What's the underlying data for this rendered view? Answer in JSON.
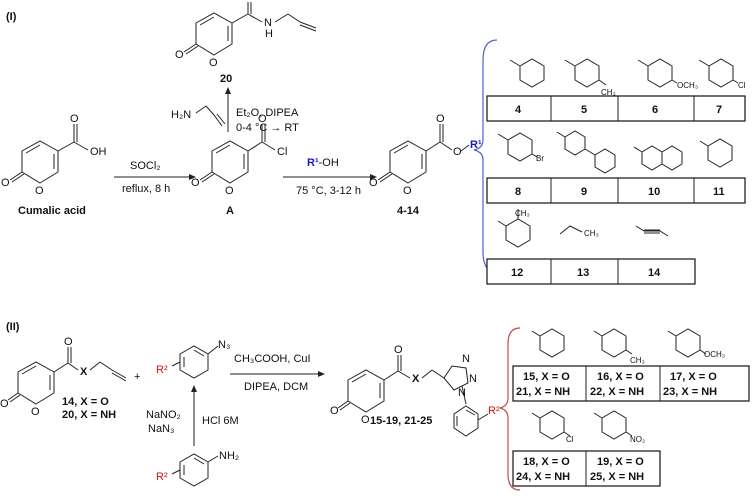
{
  "part1": {
    "label": "(I)",
    "start_label": "Cumalic acid",
    "oh_label": "OH",
    "o_label": "O",
    "step1": {
      "reagent": "SOCl₂",
      "conditions": "reflux, 8 h"
    },
    "intermediate_label": "A",
    "cl_label": "Cl",
    "step2": {
      "reagent_prefix": "R¹",
      "reagent_suffix": "-OH",
      "conditions": "75 °C, 3-12 h"
    },
    "product_label": "4-14",
    "ester_r": "R¹",
    "amide": {
      "label": "20",
      "n_label": "N",
      "h_label": "H",
      "amine": "H₂N",
      "conditions1": "Et₂O, DIPEA",
      "conditions2": "0-4 °C → RT"
    },
    "table_rows": [
      {
        "ids": [
          "4",
          "5",
          "6",
          "7"
        ],
        "subs": [
          "",
          "CH₃",
          "OCH₃",
          "Cl"
        ]
      },
      {
        "ids": [
          "8",
          "9",
          "10",
          "11"
        ],
        "subs": [
          "Br",
          "",
          "",
          ""
        ]
      },
      {
        "ids": [
          "12",
          "13",
          "14"
        ],
        "subs": [
          "CH₃",
          "CH₃",
          ""
        ]
      }
    ]
  },
  "part2": {
    "label": "(II)",
    "sm1": {
      "x_label": "X",
      "label1": "14, X = O",
      "label2": "20, X = NH"
    },
    "plus": "+",
    "azide": {
      "r": "R²",
      "n3": "N₃"
    },
    "diazo_reagents": [
      "NaNO₂",
      "NaN₃"
    ],
    "acid": "HCl 6M",
    "aniline": {
      "r": "R²",
      "nh2": "NH₂"
    },
    "click_conditions1": "CH₃COOH, CuI",
    "click_conditions2": "DIPEA, DCM",
    "product": {
      "label": "15-19, 21-25",
      "x_label": "X",
      "n_label": "N",
      "r": "R²"
    },
    "table_rows": [
      {
        "subs": [
          "",
          "CH₃",
          "OCH₃"
        ],
        "cells": [
          [
            "15, X = O",
            "21, X = NH"
          ],
          [
            "16, X = O",
            "22, X = NH"
          ],
          [
            "17, X = O",
            "23, X = NH"
          ]
        ]
      },
      {
        "subs": [
          "Cl",
          "NO₂"
        ],
        "cells": [
          [
            "18, X = O",
            "24, X = NH"
          ],
          [
            "19, X = O",
            "25, X = NH"
          ]
        ]
      }
    ]
  }
}
